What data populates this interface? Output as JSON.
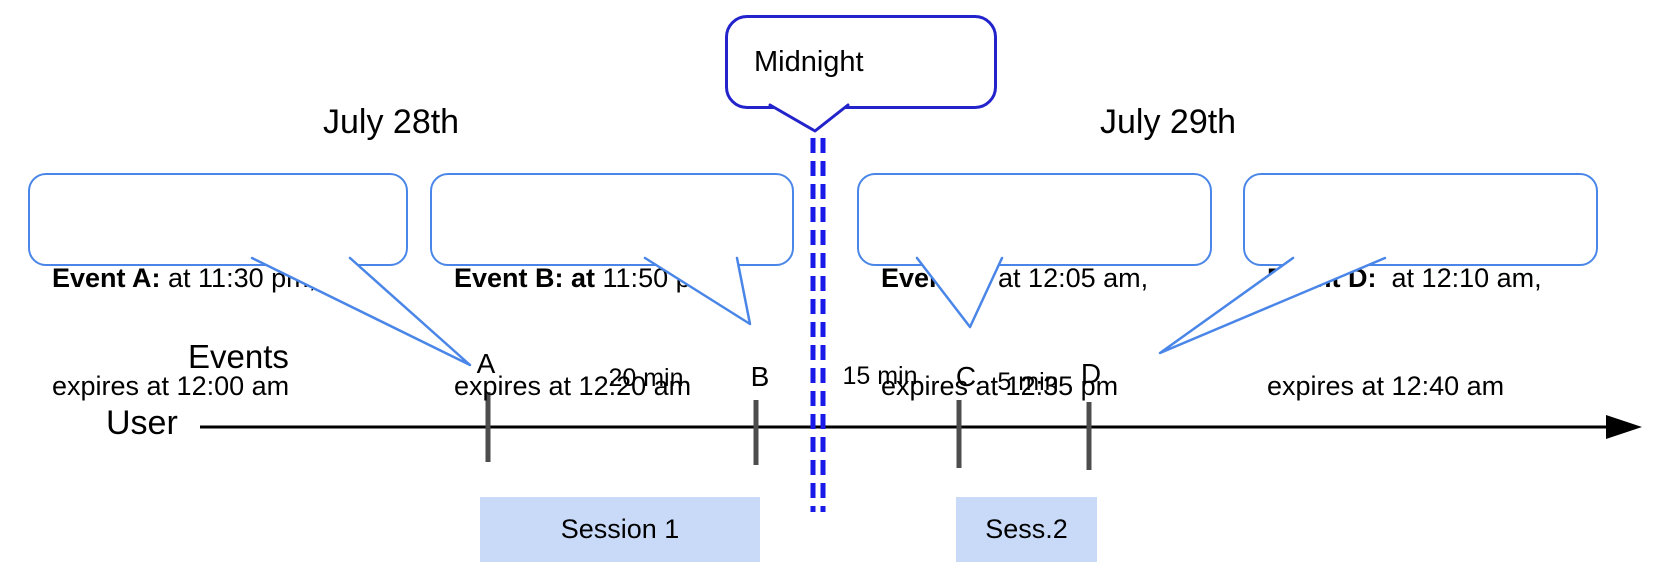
{
  "dates": {
    "left": "July 28th",
    "right": "July 29th"
  },
  "midnight": {
    "label": "Midnight"
  },
  "callouts": [
    {
      "event": "A",
      "bold": "Event A:",
      "rest": " at 11:30 pm,",
      "line2": "expires at 12:00 am"
    },
    {
      "event": "B",
      "bold": "Event B: at",
      "rest": " 11:50 pm,",
      "line2": "expires at 12:20 am"
    },
    {
      "event": "C",
      "bold": "Event C:",
      "rest": " at 12:05 am,",
      "line2": "expires at 12:35 pm"
    },
    {
      "event": "D",
      "bold": "Event D:",
      "rest": "  at 12:10 am,",
      "line2": "expires at 12:40 am"
    }
  ],
  "timeline": {
    "row_label_events": "Events",
    "row_label_user": "User",
    "tick_labels": [
      "A",
      "B",
      "C",
      "D"
    ],
    "gap_labels": [
      "20 min",
      "15 min",
      "5 min"
    ]
  },
  "sessions": [
    {
      "label": "Session 1"
    },
    {
      "label": "Sess.2"
    }
  ],
  "colors": {
    "callout_border": "#4a86e8",
    "midnight_border": "#2323cc",
    "midnight_dash": "#1a1ae8",
    "session_fill": "#c9daf8",
    "tick": "#4d4d4d",
    "axis": "#000000"
  }
}
